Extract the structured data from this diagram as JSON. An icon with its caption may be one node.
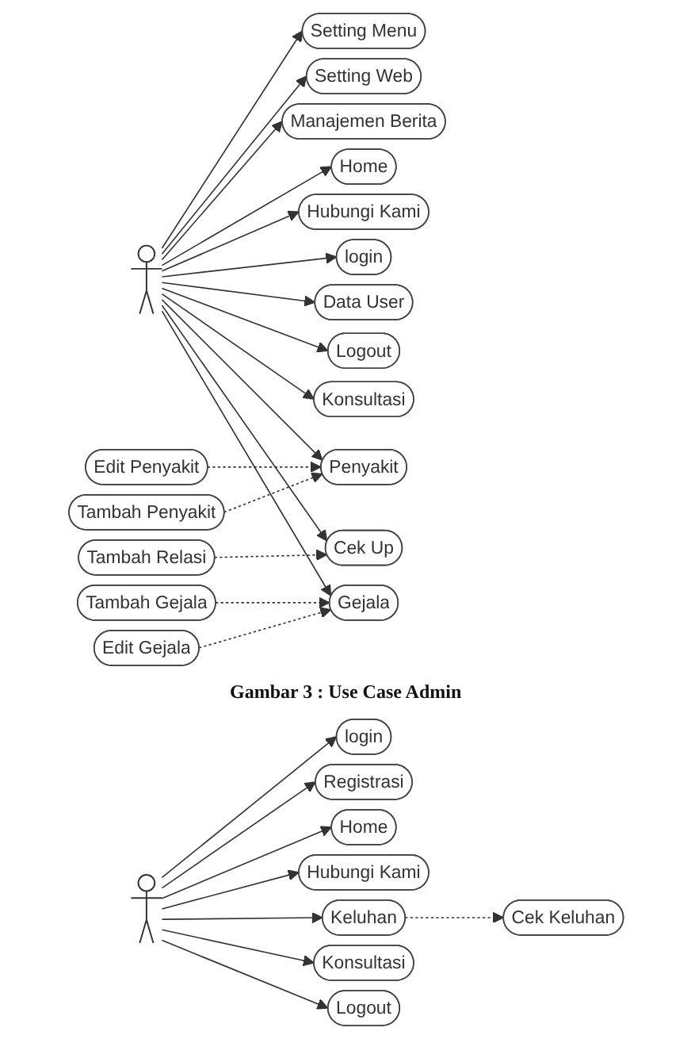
{
  "diagram": {
    "caption": "Gambar 3 : Use Case Admin",
    "nodes": [
      {
        "text": [
          "Setting Menu"
        ]
      },
      {
        "text": [
          "Setting Web"
        ]
      },
      {
        "text": [
          "Manajemen Berita"
        ]
      },
      {
        "text": [
          "Home"
        ]
      },
      {
        "text": [
          "Hubungi Kami"
        ]
      },
      {
        "text": [],
        "shape": "person"
      },
      {
        "text": [
          "login"
        ]
      },
      {
        "text": [
          "Data User"
        ]
      },
      {
        "text": [
          "Penyakit"
        ]
      },
      {
        "text": [
          "Logout"
        ]
      },
      {
        "text": [
          "Edit Penyakit"
        ]
      },
      {
        "text": [
          "Cek Up"
        ]
      },
      {
        "text": [
          "Tambah Penyakit"
        ]
      },
      {
        "text": [
          "Konsultasi"
        ]
      },
      {
        "text": [
          "Gejala"
        ]
      },
      {
        "text": [
          "Tambah Relasi"
        ]
      },
      {
        "text": [
          "Tambah Gejala"
        ]
      },
      {
        "text": [
          "Edit Gejala"
        ]
      },
      {
        "text": [
          "login"
        ]
      },
      {
        "text": [
          "Registrasi"
        ]
      },
      {
        "text": [
          "Home"
        ]
      },
      {
        "text": [],
        "shape": "person"
      },
      {
        "text": [
          "Hubungi Kami"
        ]
      },
      {
        "text": [
          "Keluhan"
        ]
      },
      {
        "text": [
          "Cek Keluhan"
        ]
      },
      {
        "text": [
          "Konsultasi"
        ]
      },
      {
        "text": [
          "Logout"
        ]
      }
    ],
    "edges": [
      {
        "from": 5,
        "to": 0,
        "arrow": "to"
      },
      {
        "from": 5,
        "to": 1,
        "arrow": "to"
      },
      {
        "from": 5,
        "to": 2,
        "arrow": "to"
      },
      {
        "from": 5,
        "to": 3,
        "arrow": "to"
      },
      {
        "from": 5,
        "to": 4,
        "arrow": "to"
      },
      {
        "from": 5,
        "to": 6,
        "arrow": "to"
      },
      {
        "from": 5,
        "to": 7,
        "arrow": "to"
      },
      {
        "from": 5,
        "to": 8,
        "arrow": "to"
      },
      {
        "from": 5,
        "to": 9,
        "arrow": "to"
      },
      {
        "from": 5,
        "to": 11,
        "arrow": "to"
      },
      {
        "from": 5,
        "to": 13,
        "arrow": "to"
      },
      {
        "from": 5,
        "to": 14,
        "arrow": "to"
      },
      {
        "from": 10,
        "to": 8,
        "arrow": "to",
        "style": "dashed"
      },
      {
        "from": 12,
        "to": 8,
        "arrow": "to",
        "style": "dashed"
      },
      {
        "from": 15,
        "to": 11,
        "arrow": "to",
        "style": "dashed"
      },
      {
        "from": 16,
        "to": 14,
        "arrow": "to",
        "style": "dashed"
      },
      {
        "from": 17,
        "to": 14,
        "arrow": "to",
        "style": "dashed"
      },
      {
        "from": 21,
        "to": 18,
        "arrow": "to"
      },
      {
        "from": 21,
        "to": 19,
        "arrow": "to"
      },
      {
        "from": 21,
        "to": 20,
        "arrow": "to"
      },
      {
        "from": 21,
        "to": 22,
        "arrow": "to"
      },
      {
        "from": 21,
        "to": 23,
        "arrow": "to"
      },
      {
        "from": 21,
        "to": 25,
        "arrow": "to"
      },
      {
        "from": 21,
        "to": 26,
        "arrow": "to"
      },
      {
        "from": 23,
        "to": 24,
        "arrow": "to",
        "style": "dashed"
      }
    ]
  }
}
